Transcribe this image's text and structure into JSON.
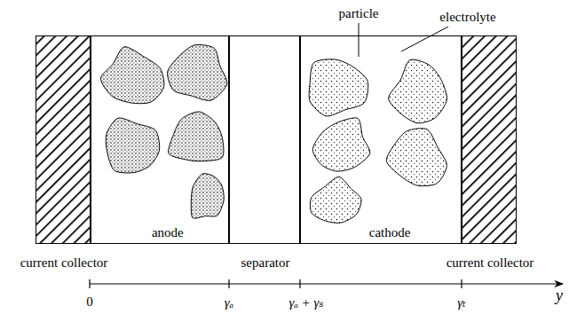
{
  "diagram": {
    "nodes": [
      {
        "text": [
          "current collector"
        ]
      },
      {
        "text": [
          "anode"
        ]
      },
      {
        "text": [
          "separator"
        ]
      },
      {
        "text": [
          "cathode"
        ]
      },
      {
        "text": [
          "current collector"
        ]
      }
    ],
    "labels": [
      "particle",
      "electrolyte",
      "0",
      "γₐ",
      "γₐ + γₛ",
      "γₜ",
      "y"
    ]
  }
}
